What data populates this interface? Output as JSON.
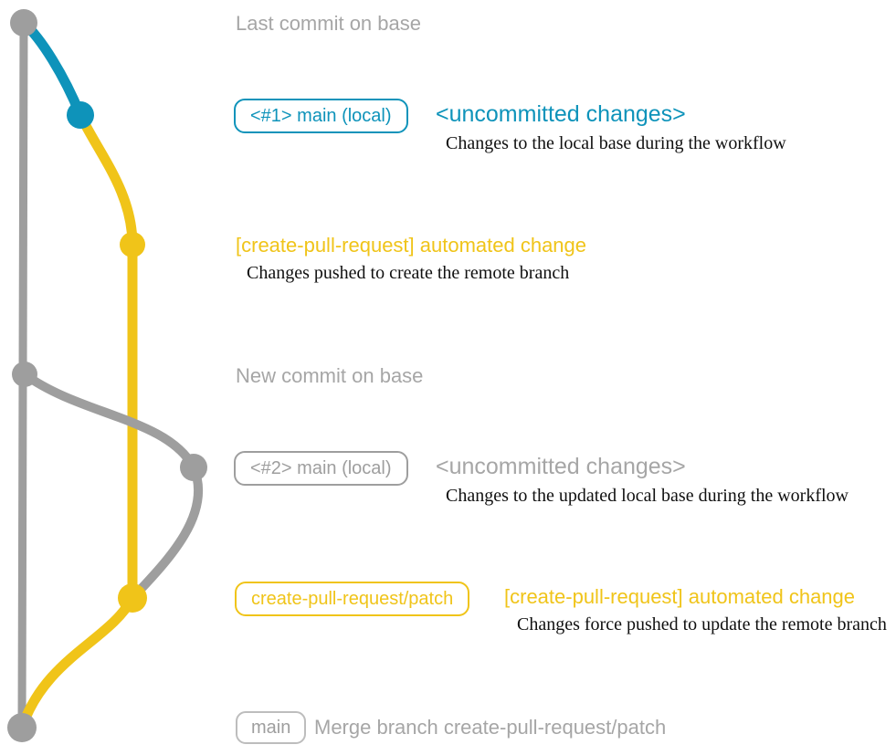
{
  "colors": {
    "teal": "#0e93ba",
    "yellow": "#f0c419",
    "gray": "#9e9e9e",
    "gray_text": "#a6a6a6",
    "caption_black": "#101010",
    "main_badge_border": "#bdbdbd"
  },
  "annotations": {
    "base_tip": {
      "label": "Last commit on base"
    },
    "local1": {
      "badge": "<#1> main (local)",
      "status": "<uncommitted changes>",
      "caption": "Changes to the local base during the workflow"
    },
    "push1": {
      "title": "[create-pull-request] automated change",
      "caption": "Changes pushed to create the remote branch"
    },
    "base_new": {
      "label": "New commit on base"
    },
    "local2": {
      "badge": "<#2> main (local)",
      "status": "<uncommitted changes>",
      "caption": "Changes to the updated local base during the workflow"
    },
    "push2": {
      "badge": "create-pull-request/patch",
      "title": "[create-pull-request] automated change",
      "caption": "Changes force pushed to update the remote branch"
    },
    "merge": {
      "badge": "main",
      "caption": "Merge branch create-pull-request/patch"
    }
  }
}
